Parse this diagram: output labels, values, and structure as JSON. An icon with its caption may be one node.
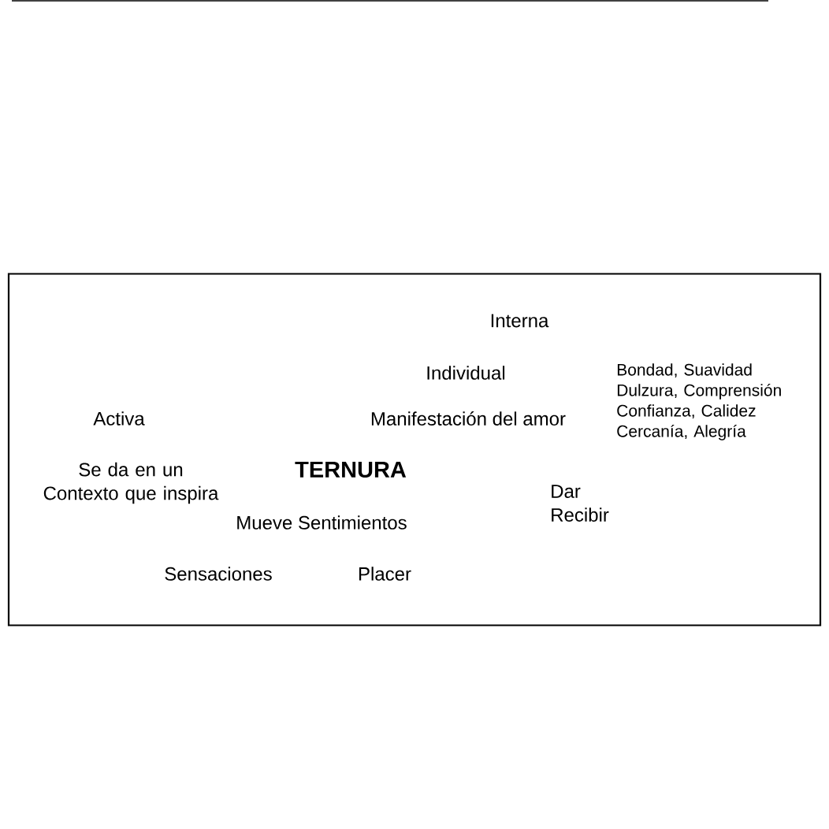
{
  "diagram": {
    "nodes": [
      {
        "text": [
          "Interna",
          "Individual",
          "Bondad, Suavidad Dulzura, Comprensión Confianza, Calidez Cercanía, Alegría",
          "Activa",
          "Manifestación del amor",
          "Se da en un Contexto que inspira",
          "TERNURA",
          "Dar Recibir",
          "Mueve Sentimientos",
          "Sensaciones",
          "Placer"
        ]
      }
    ]
  }
}
